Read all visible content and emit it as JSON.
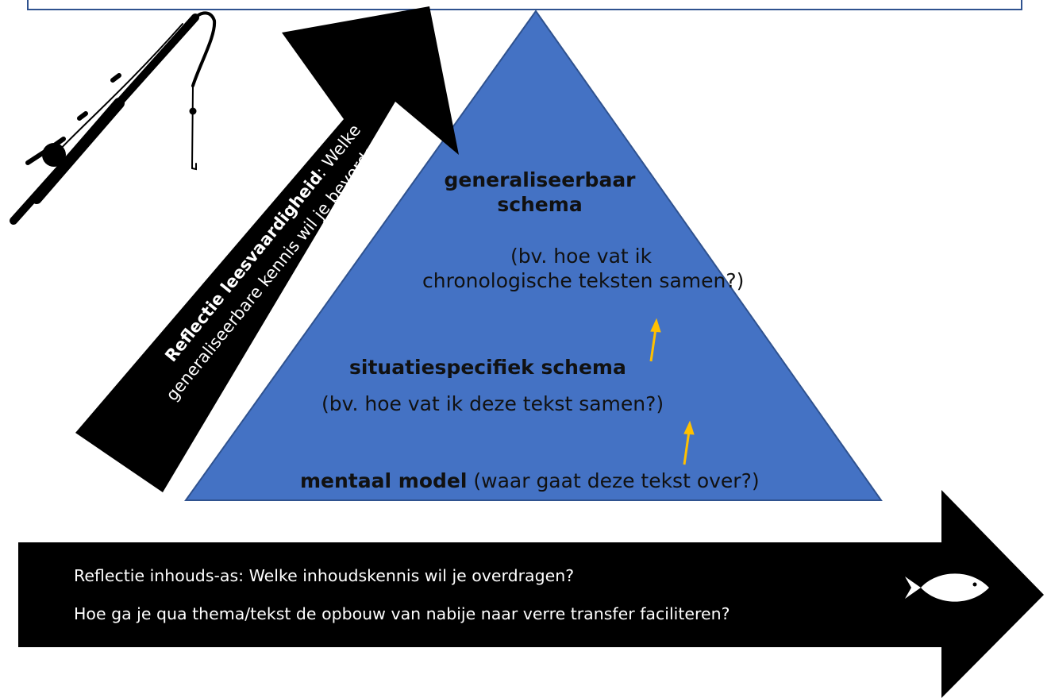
{
  "triangle": {
    "top_title_line1": "generaliseerbaar",
    "top_title_line2": "schema",
    "top_example_line1": "(bv. hoe vat ik",
    "top_example_line2": "chronologische teksten samen?)",
    "middle_title": "situatiespecifiek schema",
    "middle_example": "(bv. hoe vat ik deze tekst samen?)",
    "bottom_title": "mentaal model",
    "bottom_example": "(waar gaat deze tekst over?)"
  },
  "diagonal_arrow": {
    "title": "Reflectie leesvaardigheid",
    "line1_rest": ": Welke",
    "line2": "generaliseerbare kennis  wil je bevorderen?"
  },
  "horizontal_arrow": {
    "title": "Reflectie inhouds-as",
    "line1_rest": ": Welke inhoudskennis wil je overdragen?",
    "line2": "Hoe ga je qua thema/tekst de opbouw van nabije naar verre transfer faciliteren?"
  },
  "icons": [
    "fishing-rod-icon",
    "fish-icon",
    "up-arrow-icon"
  ],
  "colors": {
    "triangle_fill": "#4472C4",
    "triangle_stroke": "#2F528F",
    "arrow_fill": "#000000",
    "small_arrow": "#FFC000",
    "top_border": "#2F528F"
  }
}
